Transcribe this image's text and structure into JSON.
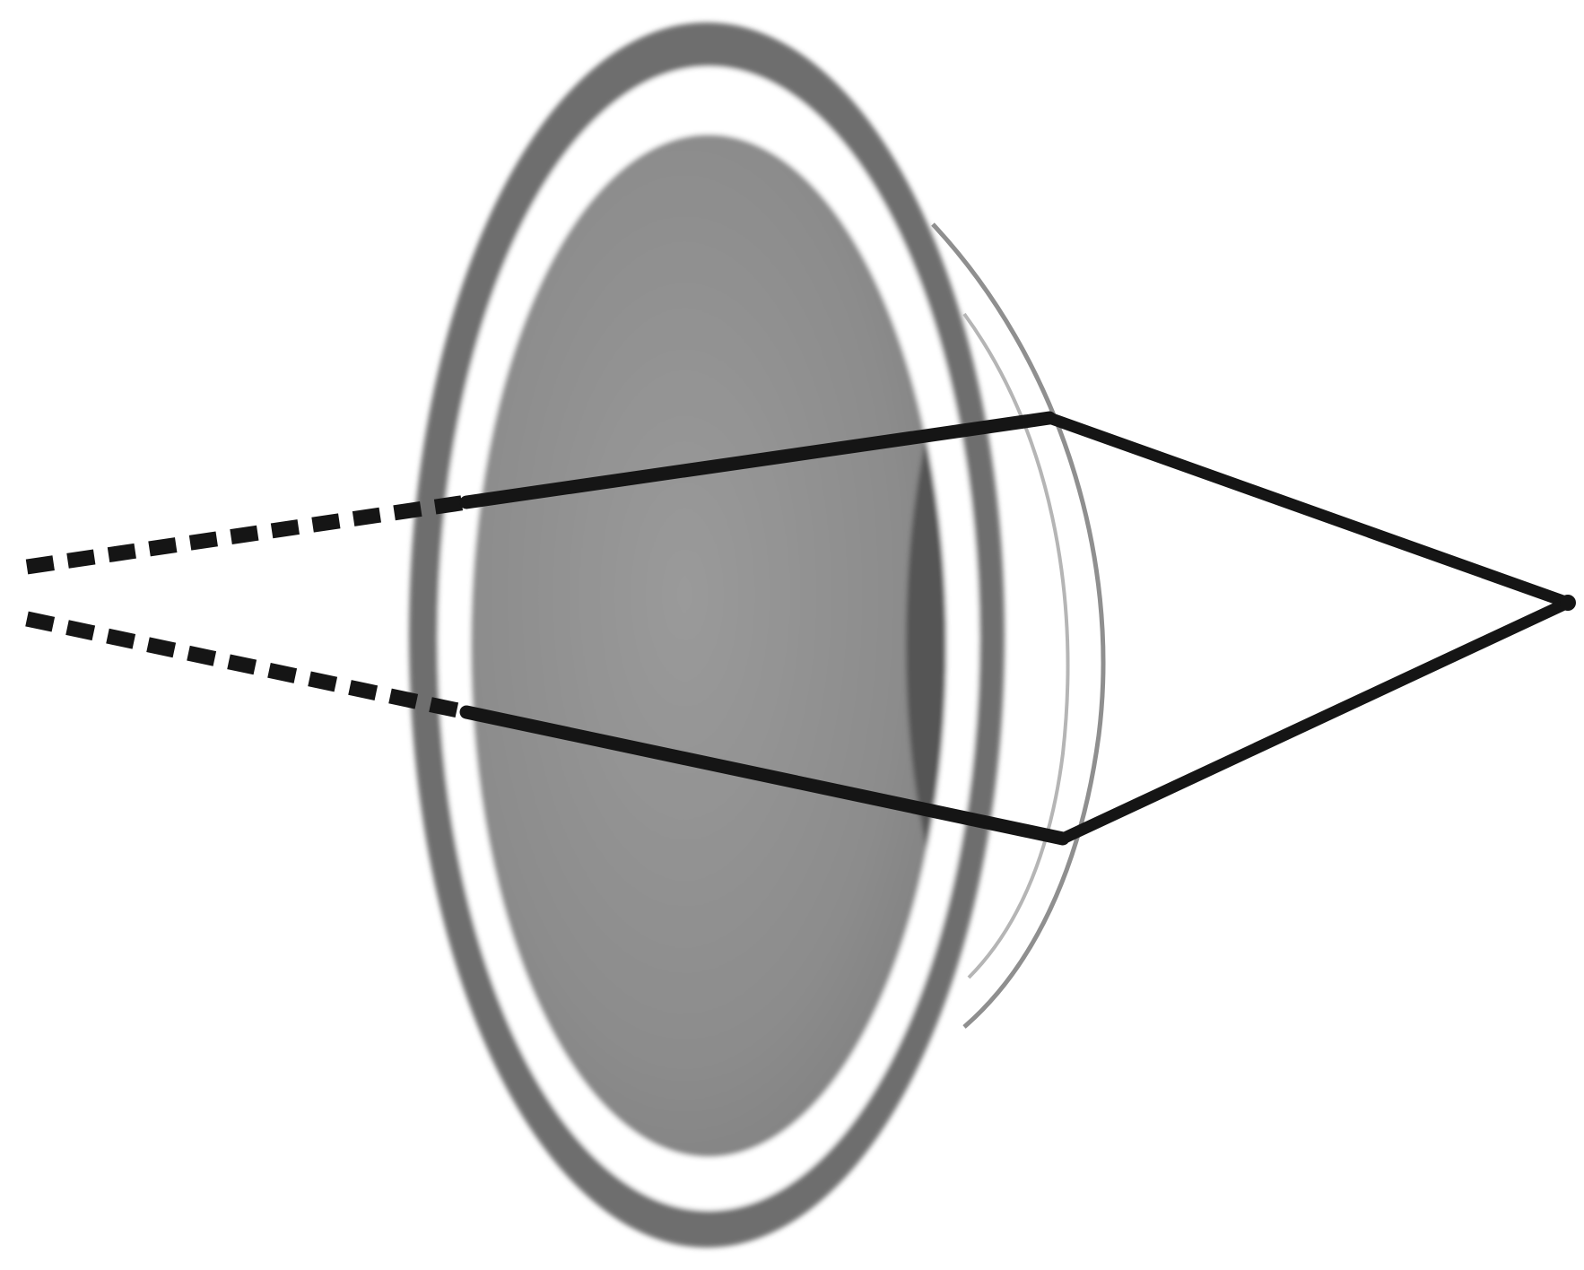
{
  "diagram": {
    "subject": "eye",
    "parts": [
      {
        "name": "outer-wall",
        "color": "#6e6e6e"
      },
      {
        "name": "inner-chamber",
        "color": "#8f8f8f"
      },
      {
        "name": "lens",
        "color": "#555555"
      },
      {
        "name": "cornea",
        "color": "#9a9a9a"
      }
    ],
    "rays": {
      "count": 2,
      "virtual_extension_style": "dashed",
      "color": "#151515"
    }
  }
}
